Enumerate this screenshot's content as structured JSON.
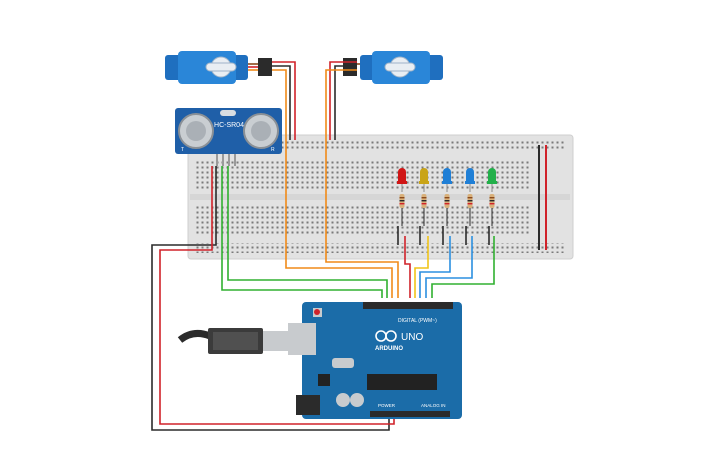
{
  "sensor": {
    "model": "HC-SR04",
    "pin_left": "T",
    "pin_right": "R"
  },
  "arduino": {
    "brand": "ARDUINO",
    "model": "UNO",
    "digital_label": "DIGITAL (PWM~)",
    "power_label": "POWER",
    "analog_label": "ANALOG IN"
  },
  "leds": [
    {
      "color": "#d01616"
    },
    {
      "color": "#c9a417"
    },
    {
      "color": "#1f7fd6"
    },
    {
      "color": "#1f7fd6"
    },
    {
      "color": "#22b04a"
    }
  ],
  "wire_colors": {
    "red": "#d0222a",
    "black": "#2b2b2b",
    "orange": "#f08a19",
    "green": "#30b030",
    "yellow": "#f0c419",
    "blue": "#2b8fe0",
    "brown": "#8b4a1c"
  }
}
